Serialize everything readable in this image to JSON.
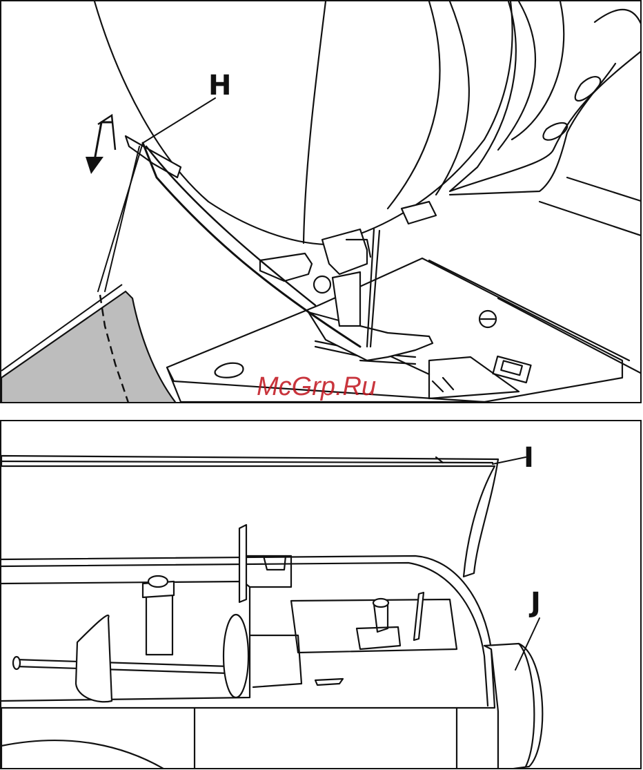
{
  "figure": {
    "top_panel": {
      "callout": "H"
    },
    "bottom_panel": {
      "callouts": [
        "I",
        "J"
      ]
    },
    "watermark": "McGrp.Ru"
  },
  "colors": {
    "line": "#111111",
    "fabric": "#bdbdbd",
    "watermark": "#c0121b",
    "background": "#ffffff"
  }
}
